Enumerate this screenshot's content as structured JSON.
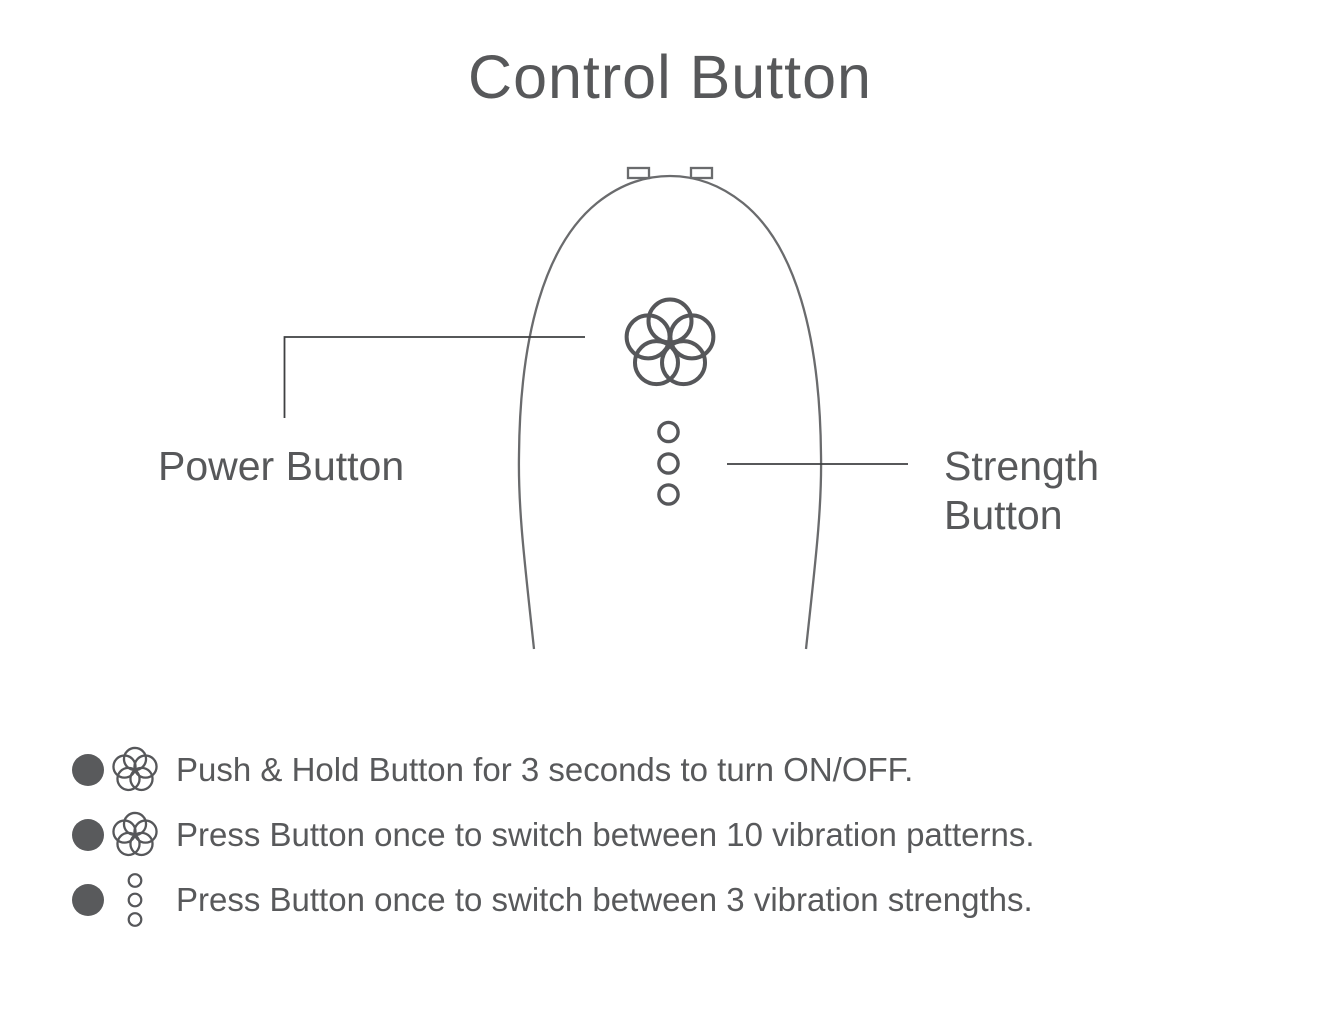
{
  "page": {
    "title": "Control Button"
  },
  "colors": {
    "text": "#57585a",
    "device_outline": "#6a6b6d",
    "button_stroke": "#56575a",
    "connector_line": "#3f4042",
    "bullet_fill": "#595a5c",
    "background": "#ffffff"
  },
  "callouts": {
    "power_label": "Power Button",
    "strength_label_line1": "Strength",
    "strength_label_line2": "Button"
  },
  "icons": {
    "power_button": "flower-button-icon",
    "strength_button": "three-dots-icon"
  },
  "instructions": [
    {
      "icon": "flower-button-icon",
      "text": "Push & Hold Button for 3 seconds to turn ON/OFF."
    },
    {
      "icon": "flower-button-icon",
      "text": "Press Button once to switch between 10 vibration patterns."
    },
    {
      "icon": "three-dots-icon",
      "text": "Press Button once to switch between 3 vibration strengths."
    }
  ]
}
